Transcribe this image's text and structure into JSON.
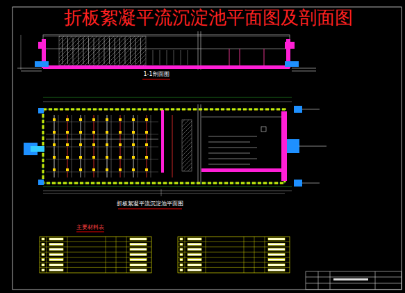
{
  "diagram": {
    "title": "折板絮凝平流沉淀池平面图及剖面图",
    "labels": [
      "1-1剖面图",
      "折板絮凝平流沉淀池平面图",
      "主要材料表"
    ]
  }
}
